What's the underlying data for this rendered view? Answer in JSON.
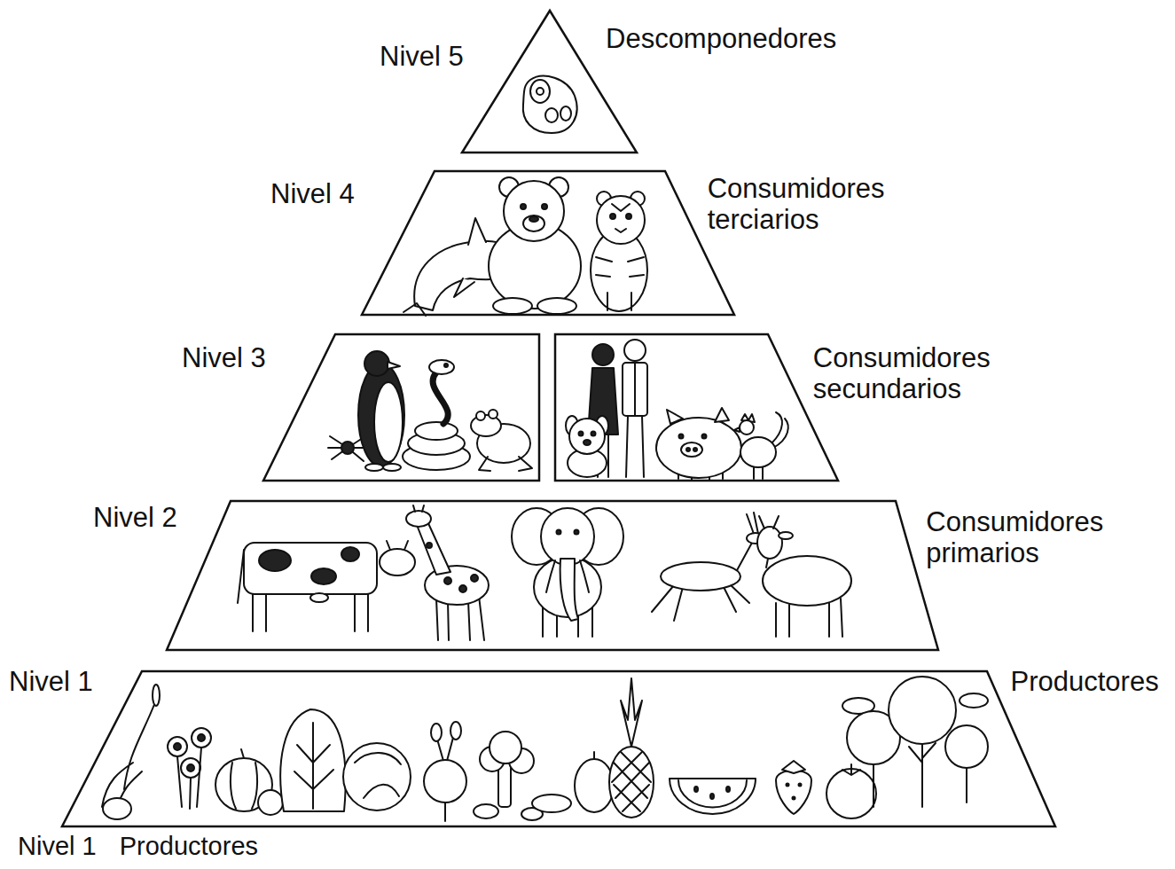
{
  "diagram": {
    "nodes": [
      {
        "text": [
          "Nivel 5",
          "Descomponedores"
        ]
      },
      {
        "text": [
          "Nivel 4",
          "Consumidores terciarios"
        ]
      },
      {
        "text": [
          "Nivel 3",
          "Consumidores secundarios"
        ]
      },
      {
        "text": [
          "Nivel 2",
          "Consumidores primarios"
        ]
      },
      {
        "text": [
          "Nivel 1",
          "Productores"
        ]
      }
    ],
    "labels": [
      "Nivel 1",
      "Productores"
    ]
  }
}
